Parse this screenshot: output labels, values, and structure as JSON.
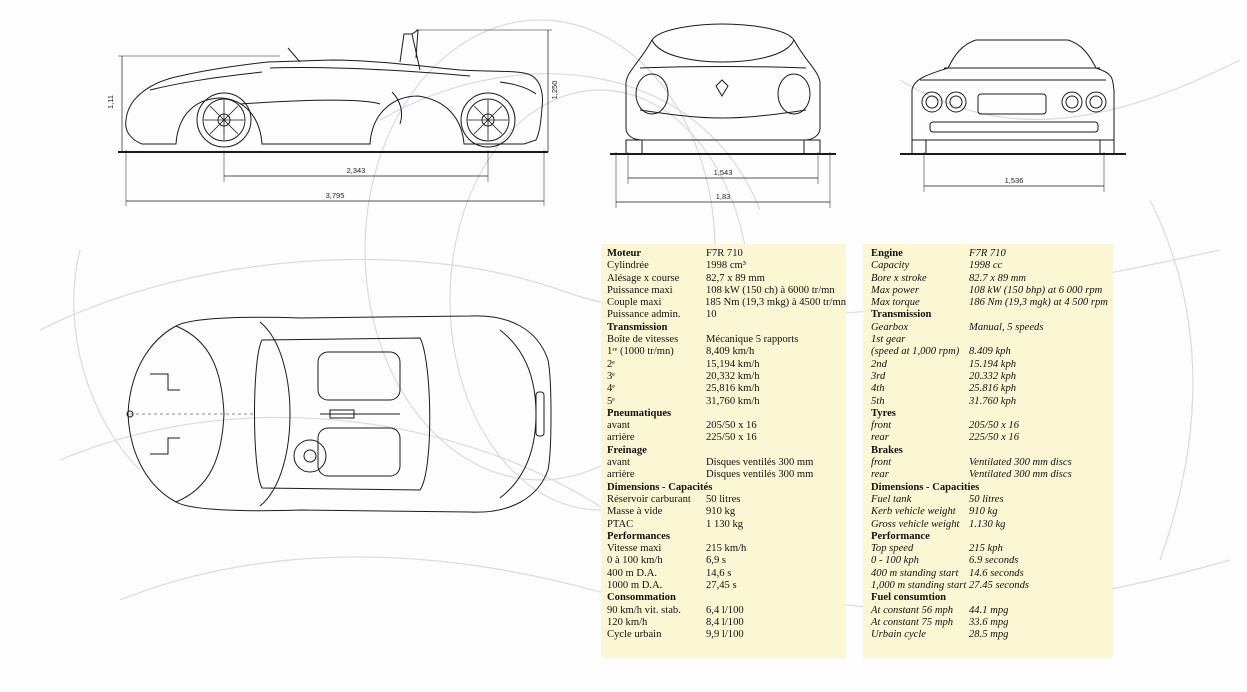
{
  "drawing": {
    "side_view": {
      "height_front_label": "1,11",
      "height_rear_label": "1,250",
      "wheelbase_label": "2,343",
      "length_label": "3,795"
    },
    "front_view": {
      "track_label": "1,543",
      "width_label": "1,83"
    },
    "rear_view": {
      "track_label": "1,536"
    }
  },
  "spec_fr": [
    {
      "k": "Moteur",
      "v": "F7R 710",
      "head": true
    },
    {
      "k": "Cylindrée",
      "v": "1998 cm³"
    },
    {
      "k": "Alésage x course",
      "v": "82,7 x 89 mm"
    },
    {
      "k": "Puissance maxi",
      "v": "108 kW (150 ch) à 6000 tr/mn"
    },
    {
      "k": "Couple maxi",
      "v": "185 Nm (19,3 mkg) à 4500 tr/mn"
    },
    {
      "k": "Puissance admin.",
      "v": "10"
    },
    {
      "k": "Transmission",
      "v": "",
      "head": true
    },
    {
      "k": "Boîte de vitesses",
      "v": "Mécanique 5 rapports"
    },
    {
      "k": "1ʳᵉ (1000 tr/mn)",
      "v": "8,409 km/h"
    },
    {
      "k": "2ᵉ",
      "v": "15,194 km/h"
    },
    {
      "k": "3ᵉ",
      "v": "20,332 km/h"
    },
    {
      "k": "4ᵉ",
      "v": "25,816 km/h"
    },
    {
      "k": "5ᵉ",
      "v": "31,760 km/h"
    },
    {
      "k": "Pneumatiques",
      "v": "",
      "head": true
    },
    {
      "k": "avant",
      "v": "205/50 x 16"
    },
    {
      "k": "arrière",
      "v": "225/50 x 16"
    },
    {
      "k": "Freinage",
      "v": "",
      "head": true
    },
    {
      "k": "avant",
      "v": "Disques ventilés 300 mm"
    },
    {
      "k": "arrière",
      "v": "Disques ventilés 300 mm"
    },
    {
      "k": "Dimensions - Capacités",
      "v": "",
      "head": true
    },
    {
      "k": "Réservoir carburant",
      "v": "50 litres"
    },
    {
      "k": "Masse à vide",
      "v": "910 kg"
    },
    {
      "k": "PTAC",
      "v": "1 130 kg"
    },
    {
      "k": "Performances",
      "v": "",
      "head": true
    },
    {
      "k": "Vitesse maxi",
      "v": "215 km/h"
    },
    {
      "k": "0 à 100 km/h",
      "v": "6,9 s"
    },
    {
      "k": "400 m D.A.",
      "v": "14,6 s"
    },
    {
      "k": "1000 m D.A.",
      "v": "27,45 s"
    },
    {
      "k": "Consommation",
      "v": "",
      "head": true
    },
    {
      "k": "90 km/h vit. stab.",
      "v": "6,4 l/100"
    },
    {
      "k": "120 km/h",
      "v": "8,4 l/100"
    },
    {
      "k": "Cycle urbain",
      "v": "9,9 l/100"
    }
  ],
  "spec_en": [
    {
      "k": "Engine",
      "v": "F7R 710",
      "head": true
    },
    {
      "k": "Capacity",
      "v": "1998 cc"
    },
    {
      "k": "Bore x stroke",
      "v": "82.7 x 89 mm"
    },
    {
      "k": "Max power",
      "v": "108 kW (150 bhp) at 6 000 rpm"
    },
    {
      "k": "Max torque",
      "v": "186 Nm (19,3 mgk) at 4 500 rpm"
    },
    {
      "k": "Transmission",
      "v": "",
      "head": true
    },
    {
      "k": "Gearbox",
      "v": "Manual, 5 speeds"
    },
    {
      "k": "1st gear",
      "v": ""
    },
    {
      "k": "(speed at 1,000 rpm)",
      "v": "8.409 kph"
    },
    {
      "k": "2nd",
      "v": "15.194 kph"
    },
    {
      "k": "3rd",
      "v": "20.332 kph"
    },
    {
      "k": "4th",
      "v": "25.816 kph"
    },
    {
      "k": "5th",
      "v": "31.760 kph"
    },
    {
      "k": "Tyres",
      "v": "",
      "head": true
    },
    {
      "k": "front",
      "v": "205/50 x 16"
    },
    {
      "k": "rear",
      "v": "225/50 x 16"
    },
    {
      "k": "Brakes",
      "v": "",
      "head": true
    },
    {
      "k": "front",
      "v": "Ventilated 300 mm discs"
    },
    {
      "k": "rear",
      "v": "Ventilated 300 mm discs"
    },
    {
      "k": "Dimensions - Capacities",
      "v": "",
      "head": true
    },
    {
      "k": "Fuel tank",
      "v": "50 litres"
    },
    {
      "k": "Kerb vehicle weight",
      "v": "910 kg"
    },
    {
      "k": "Gross vehicle weight",
      "v": "1.130 kg"
    },
    {
      "k": "Performance",
      "v": "",
      "head": true
    },
    {
      "k": "Top speed",
      "v": "215 kph"
    },
    {
      "k": "0 - 100 kph",
      "v": "6.9 seconds"
    },
    {
      "k": "400 m standing start",
      "v": "14.6 seconds"
    },
    {
      "k": "1,000 m standing start",
      "v": "27.45 seconds"
    },
    {
      "k": "Fuel consumtion",
      "v": "",
      "head": true
    },
    {
      "k": "At constant 56 mph",
      "v": "44.1 mpg"
    },
    {
      "k": "At constant 75 mph",
      "v": "33.6 mpg"
    },
    {
      "k": "Urbain cycle",
      "v": "28.5 mpg"
    }
  ]
}
